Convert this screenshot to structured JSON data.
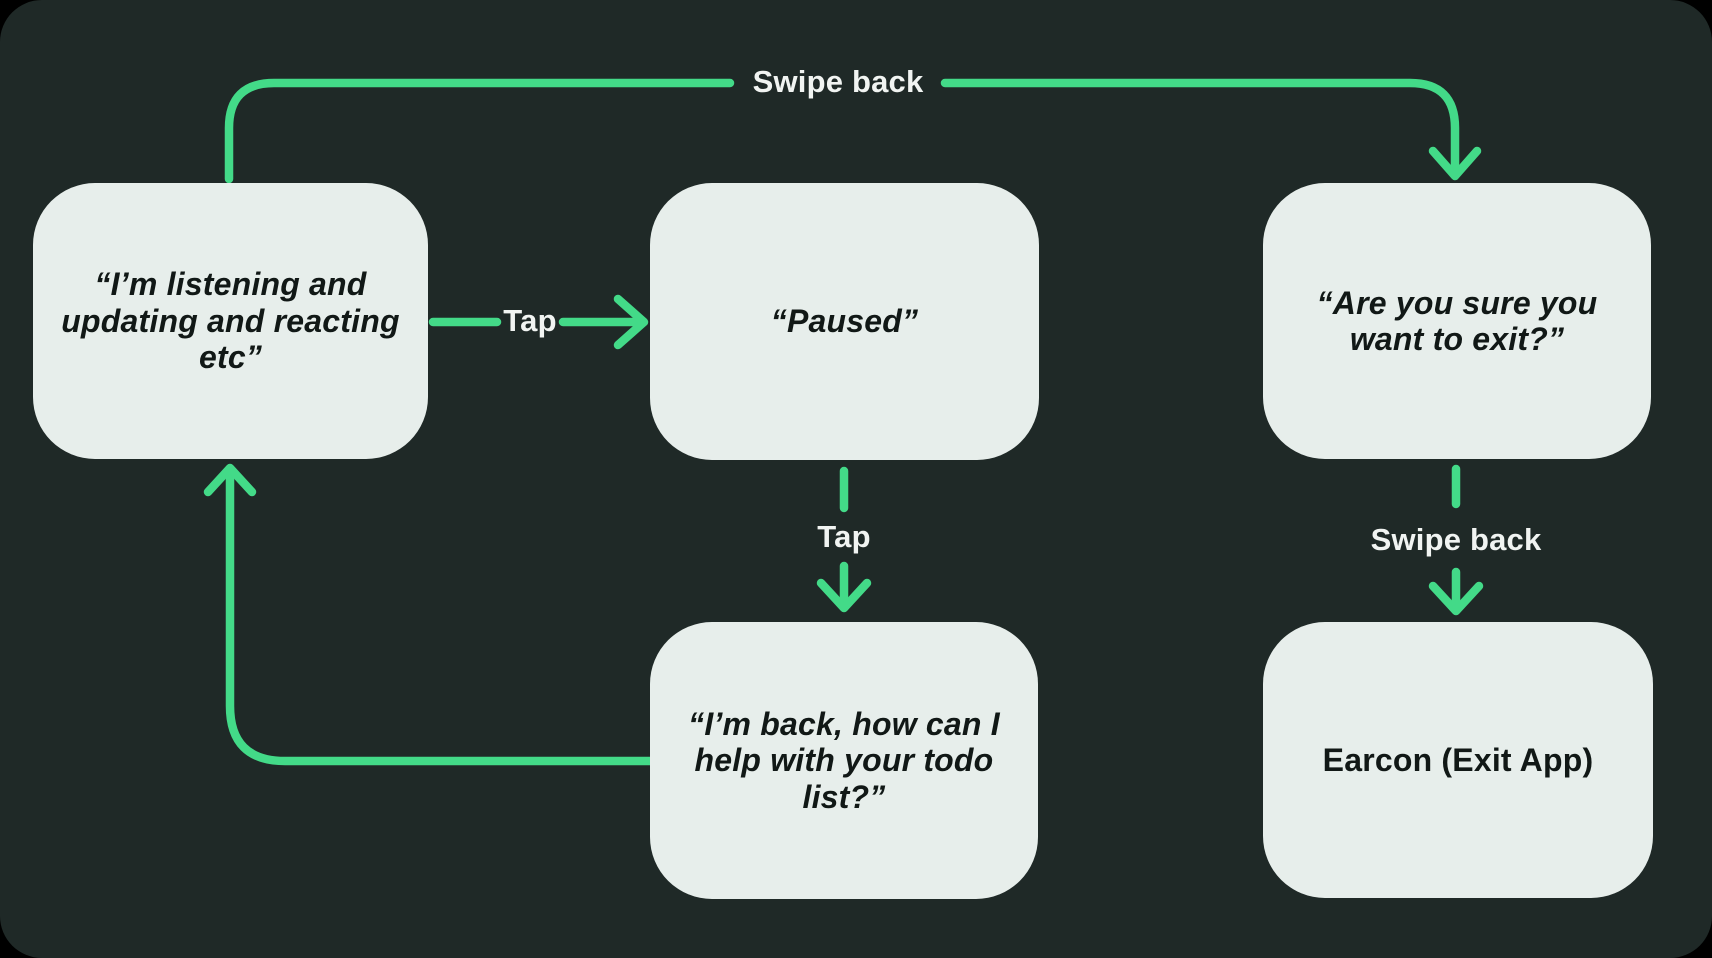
{
  "colors": {
    "page_background": "#000000",
    "panel_background": "#1f2927",
    "node_fill": "#e7eeeb",
    "node_text": "#111816",
    "arrow_green": "#43da88",
    "label_text": "#f1f4f2"
  },
  "nodes": [
    {
      "id": "listening",
      "text": "“I’m listening and\nupdating and reacting\netc”"
    },
    {
      "id": "paused",
      "text": "“Paused”"
    },
    {
      "id": "exit-confirm",
      "text": "“Are you sure you\nwant to exit?”"
    },
    {
      "id": "back",
      "text": "“I’m back, how can I\nhelp with your todo\nlist?”"
    },
    {
      "id": "earcon",
      "text": "Earcon (Exit App)"
    }
  ],
  "edge_labels": {
    "swipe_back_top": "Swipe back",
    "tap_to_pause": "Tap",
    "tap_to_resume": "Tap",
    "swipe_back_exit": "Swipe back"
  }
}
